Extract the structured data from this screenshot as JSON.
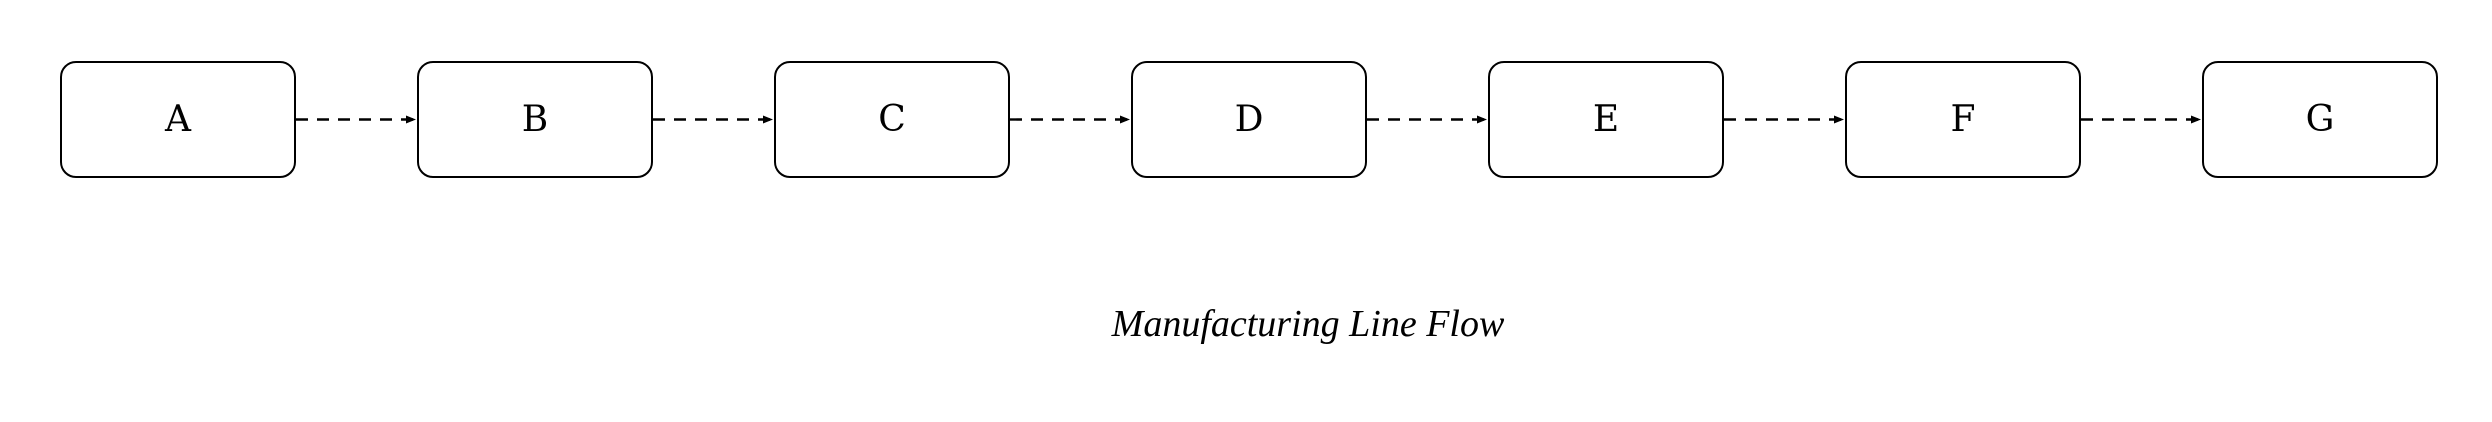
{
  "diagram": {
    "nodes": [
      {
        "id": "n0",
        "label": "A"
      },
      {
        "id": "n1",
        "label": "B"
      },
      {
        "id": "n2",
        "label": "C"
      },
      {
        "id": "n3",
        "label": "D"
      },
      {
        "id": "n4",
        "label": "E"
      },
      {
        "id": "n5",
        "label": "F"
      },
      {
        "id": "n6",
        "label": "G"
      }
    ],
    "edges": [
      {
        "from": "A",
        "to": "B",
        "style": "dashed"
      },
      {
        "from": "B",
        "to": "C",
        "style": "dashed"
      },
      {
        "from": "C",
        "to": "D",
        "style": "dashed"
      },
      {
        "from": "D",
        "to": "E",
        "style": "dashed"
      },
      {
        "from": "E",
        "to": "F",
        "style": "dashed"
      },
      {
        "from": "F",
        "to": "G",
        "style": "dashed"
      }
    ],
    "caption": "Manufacturing Line Flow"
  }
}
